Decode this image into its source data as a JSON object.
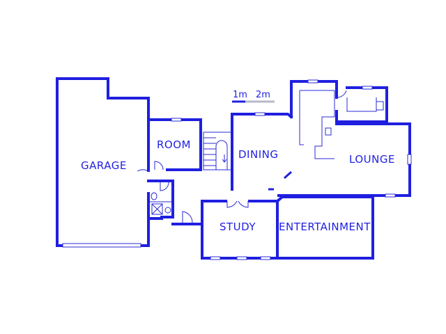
{
  "colors": {
    "wall": "#1f1fe0",
    "detail": "#2828d8",
    "scale_secondary": "#b8b8c8",
    "background": "#ffffff"
  },
  "scale": {
    "label_1": "1m",
    "label_2": "2m"
  },
  "rooms": {
    "garage": "GARAGE",
    "room": "ROOM",
    "dining": "DINING",
    "lounge": "LOUNGE",
    "study": "STUDY",
    "entertainment": "ENTERTAINMENT"
  },
  "icons": [
    "toilet-icon",
    "basin-icon",
    "shower-icon",
    "stove-icon",
    "sink-icon",
    "staircase-icon",
    "door-swing-icon",
    "window-icon"
  ]
}
